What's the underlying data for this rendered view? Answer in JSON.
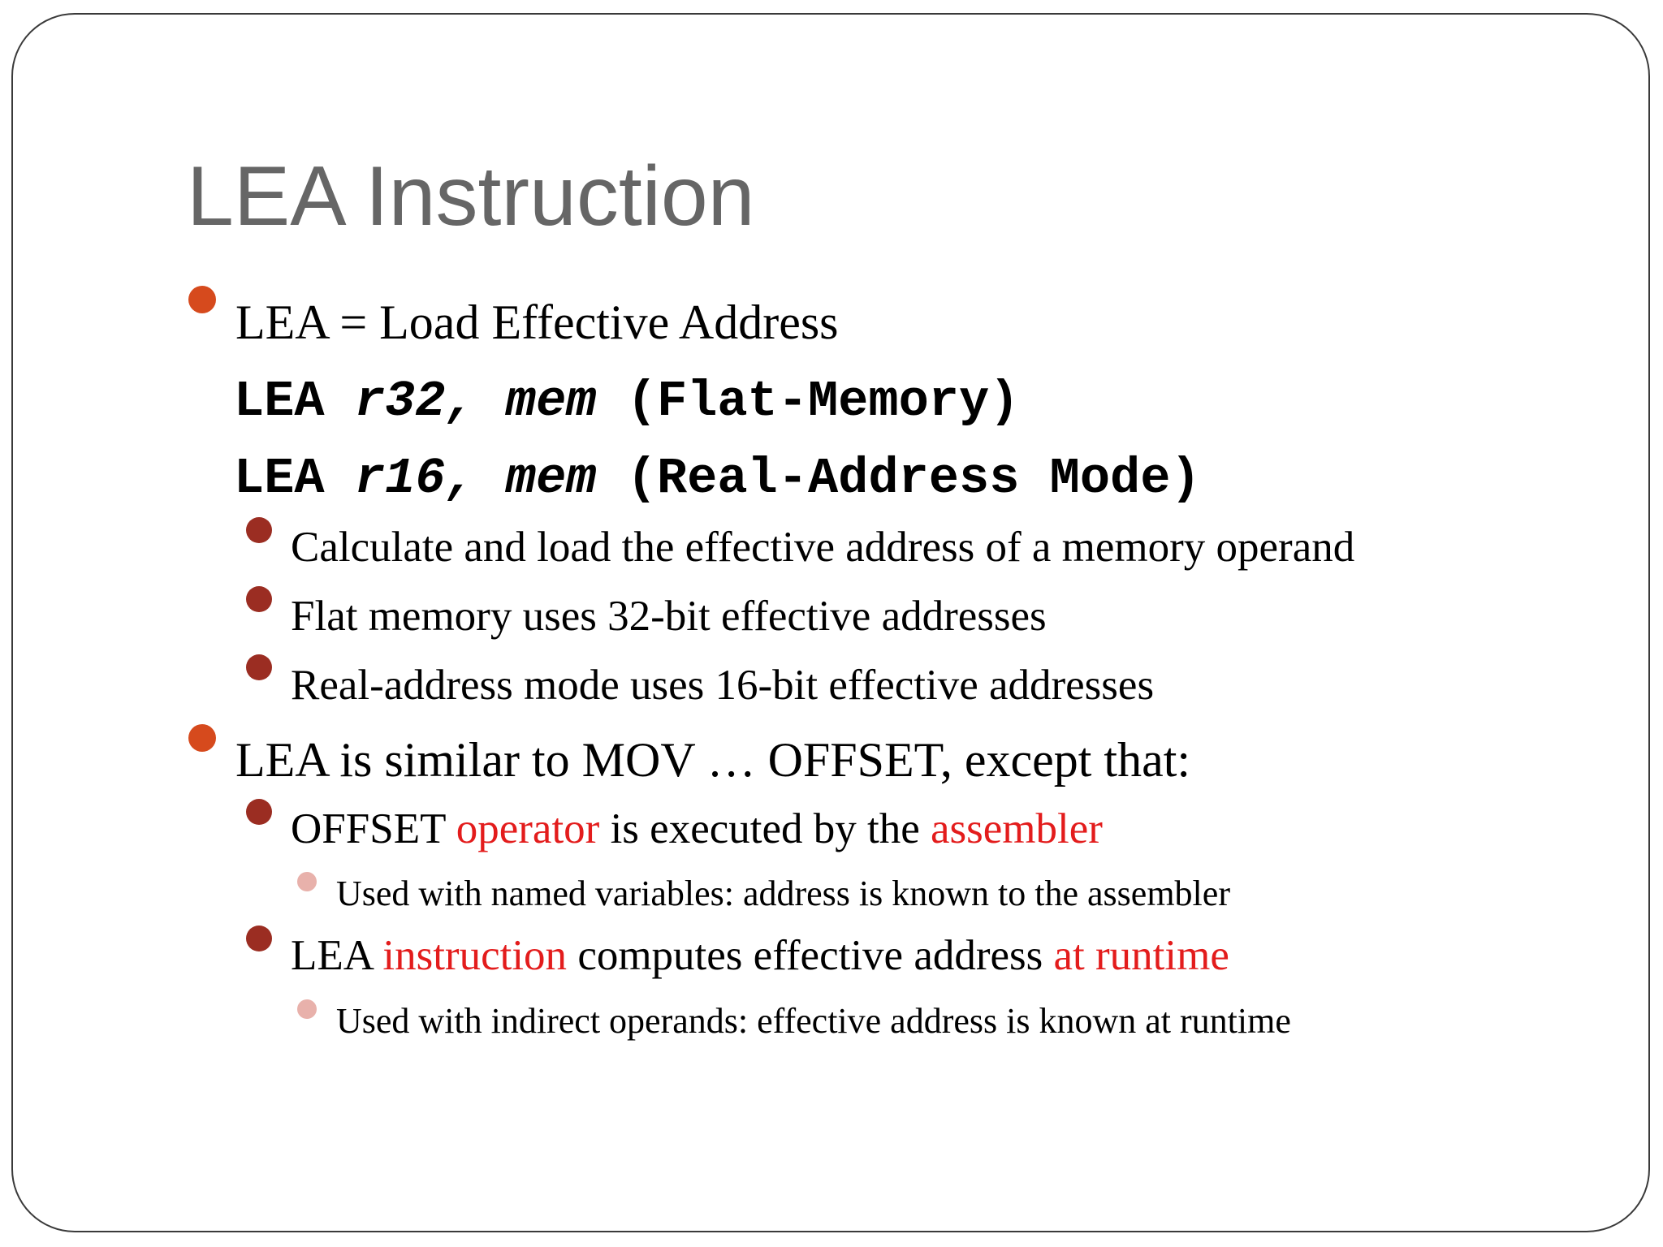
{
  "slide": {
    "title": "LEA Instruction",
    "bullet_colors": {
      "level1": "#d64a1d",
      "level2": "#9b2d22",
      "level3": "#e8b1ab"
    },
    "highlight_color": "#e31c1c",
    "bullet1": {
      "text": "LEA = Load Effective Address"
    },
    "syntax": [
      {
        "op": "LEA",
        "reg": "r32,",
        "mem": "mem",
        "note": "(Flat-Memory)"
      },
      {
        "op": "LEA",
        "reg": "r16,",
        "mem": "mem",
        "note": "(Real-Address Mode)"
      }
    ],
    "sub1": [
      "Calculate and load the effective address of a memory operand",
      "Flat memory uses 32-bit effective addresses",
      "Real-address mode uses 16-bit effective addresses"
    ],
    "bullet2": {
      "text": "LEA is similar to MOV … OFFSET, except that:"
    },
    "sub2a": {
      "part1": "OFFSET ",
      "part2": "operator",
      "part3": " is executed by the ",
      "part4": "assembler"
    },
    "sub2a_detail": "Used with named variables: address is known to the assembler",
    "sub2b": {
      "part1": "LEA ",
      "part2": "instruction",
      "part3": " computes effective address ",
      "part4": "at runtime"
    },
    "sub2b_detail": "Used with indirect operands: effective address is known at runtime"
  }
}
